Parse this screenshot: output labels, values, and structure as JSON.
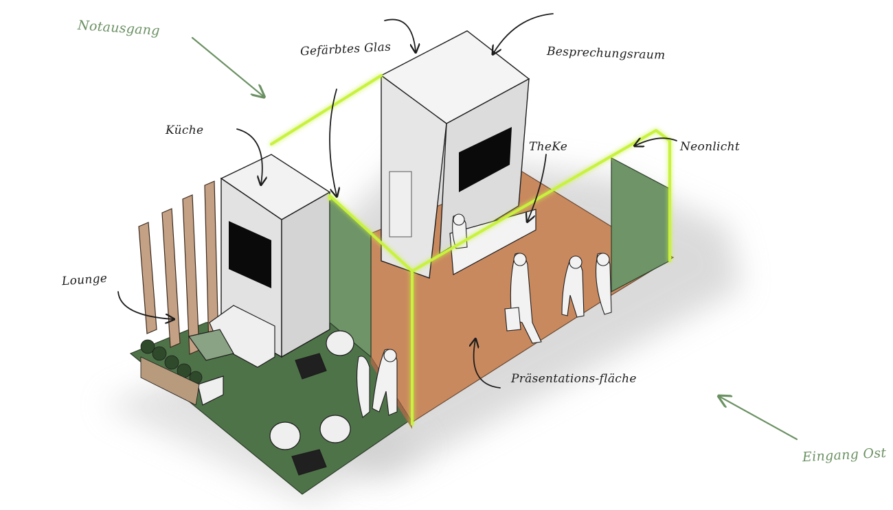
{
  "labels": {
    "notausgang": "Notausgang",
    "eingang_ost": "Eingang Ost",
    "gefaerbtes_glas": "Gefärbtes Glas",
    "besprechungsraum": "Besprechungsraum",
    "kueche": "Küche",
    "theke": "TheKe",
    "neonlicht": "Neonlicht",
    "lounge": "Lounge",
    "praesentationsflaeche": "Präsentations-fläche"
  },
  "colors": {
    "floor_green": "#4f7349",
    "floor_wood": "#c9895f",
    "wall_green": "#6e9468",
    "panel_light": "#e4e4e4",
    "screen": "#0a0a0a",
    "neon": "#c8f23c",
    "neon_glow": "#eaff6a",
    "slat": "#c4a184",
    "annotation_green": "#6b9163",
    "ink": "#1c1c1c"
  }
}
